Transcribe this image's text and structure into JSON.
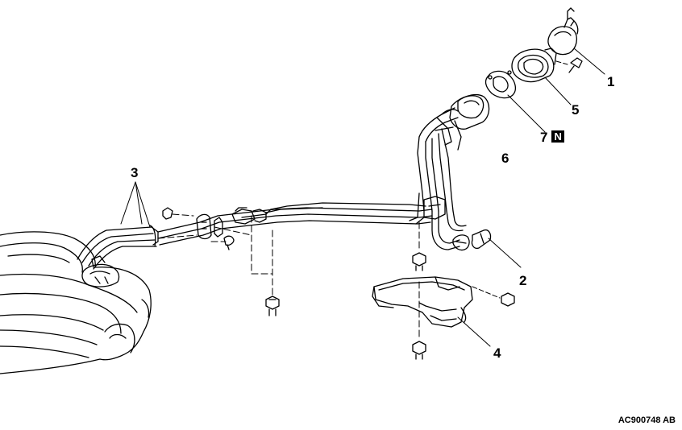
{
  "diagram": {
    "callouts": [
      {
        "id": "1",
        "text": "1"
      },
      {
        "id": "2",
        "text": "2"
      },
      {
        "id": "3",
        "text": "3"
      },
      {
        "id": "4",
        "text": "4"
      },
      {
        "id": "5",
        "text": "5"
      },
      {
        "id": "6",
        "text": "6"
      },
      {
        "id": "7",
        "text": "7",
        "badge": "N"
      }
    ],
    "reference_code": "AC900748 AB"
  }
}
